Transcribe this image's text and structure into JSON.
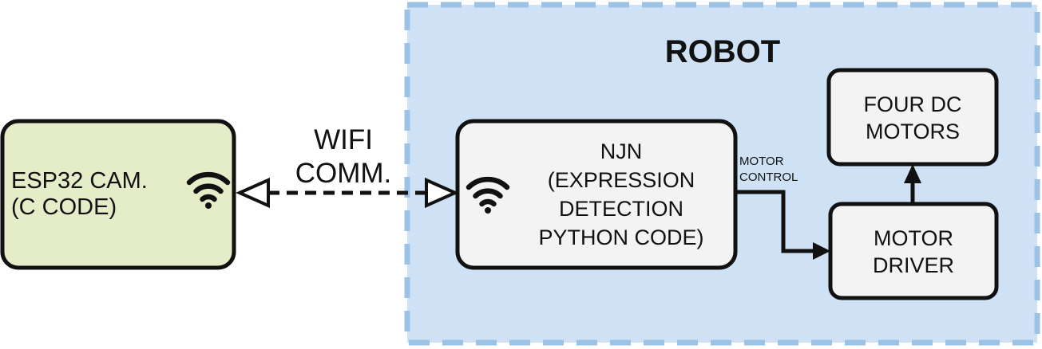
{
  "robot_group": {
    "title": "ROBOT",
    "fill": "#cfe2f5",
    "border": "#9cc3e6"
  },
  "esp32_box": {
    "lines": [
      "ESP32 CAM.",
      "(C CODE)"
    ],
    "fill": "#e4edc8",
    "icon": "wifi-icon"
  },
  "njn_box": {
    "lines": [
      "NJN",
      "(EXPRESSION",
      "DETECTION",
      "PYTHON CODE)"
    ],
    "fill": "#f3f3f3",
    "icon": "wifi-icon"
  },
  "four_dc_motors_box": {
    "lines": [
      "FOUR DC",
      "MOTORS"
    ],
    "fill": "#f3f3f3"
  },
  "motor_driver_box": {
    "lines": [
      "MOTOR",
      "DRIVER"
    ],
    "fill": "#f3f3f3"
  },
  "wifi_link_label": {
    "lines": [
      "WIFI",
      "COMM."
    ]
  },
  "motor_control_label": {
    "lines": [
      "MOTOR",
      "CONTROL"
    ]
  }
}
